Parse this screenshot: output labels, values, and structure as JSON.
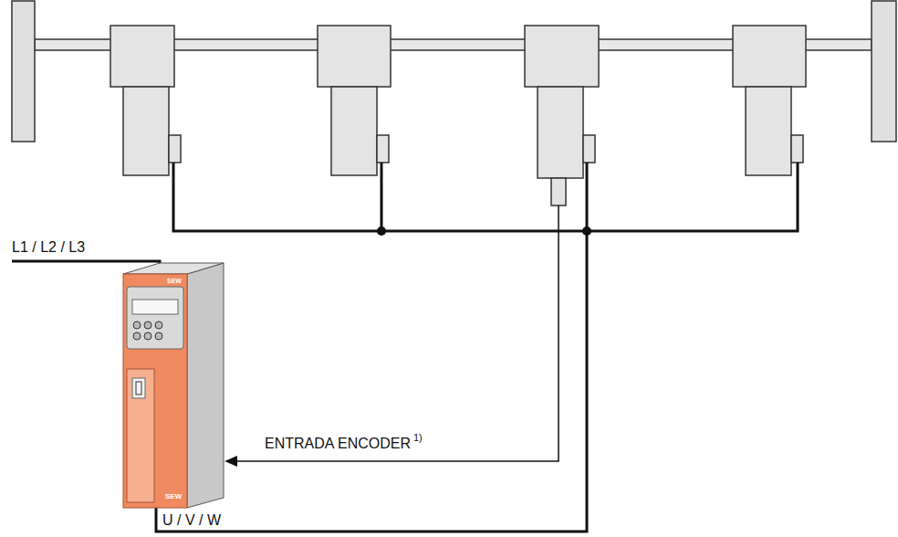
{
  "diagram": {
    "labels": [
      "L1 / L2 / L3",
      "ENTRADA ENCODER",
      "1)",
      "U / V / W",
      "SEW",
      "SEW"
    ]
  }
}
